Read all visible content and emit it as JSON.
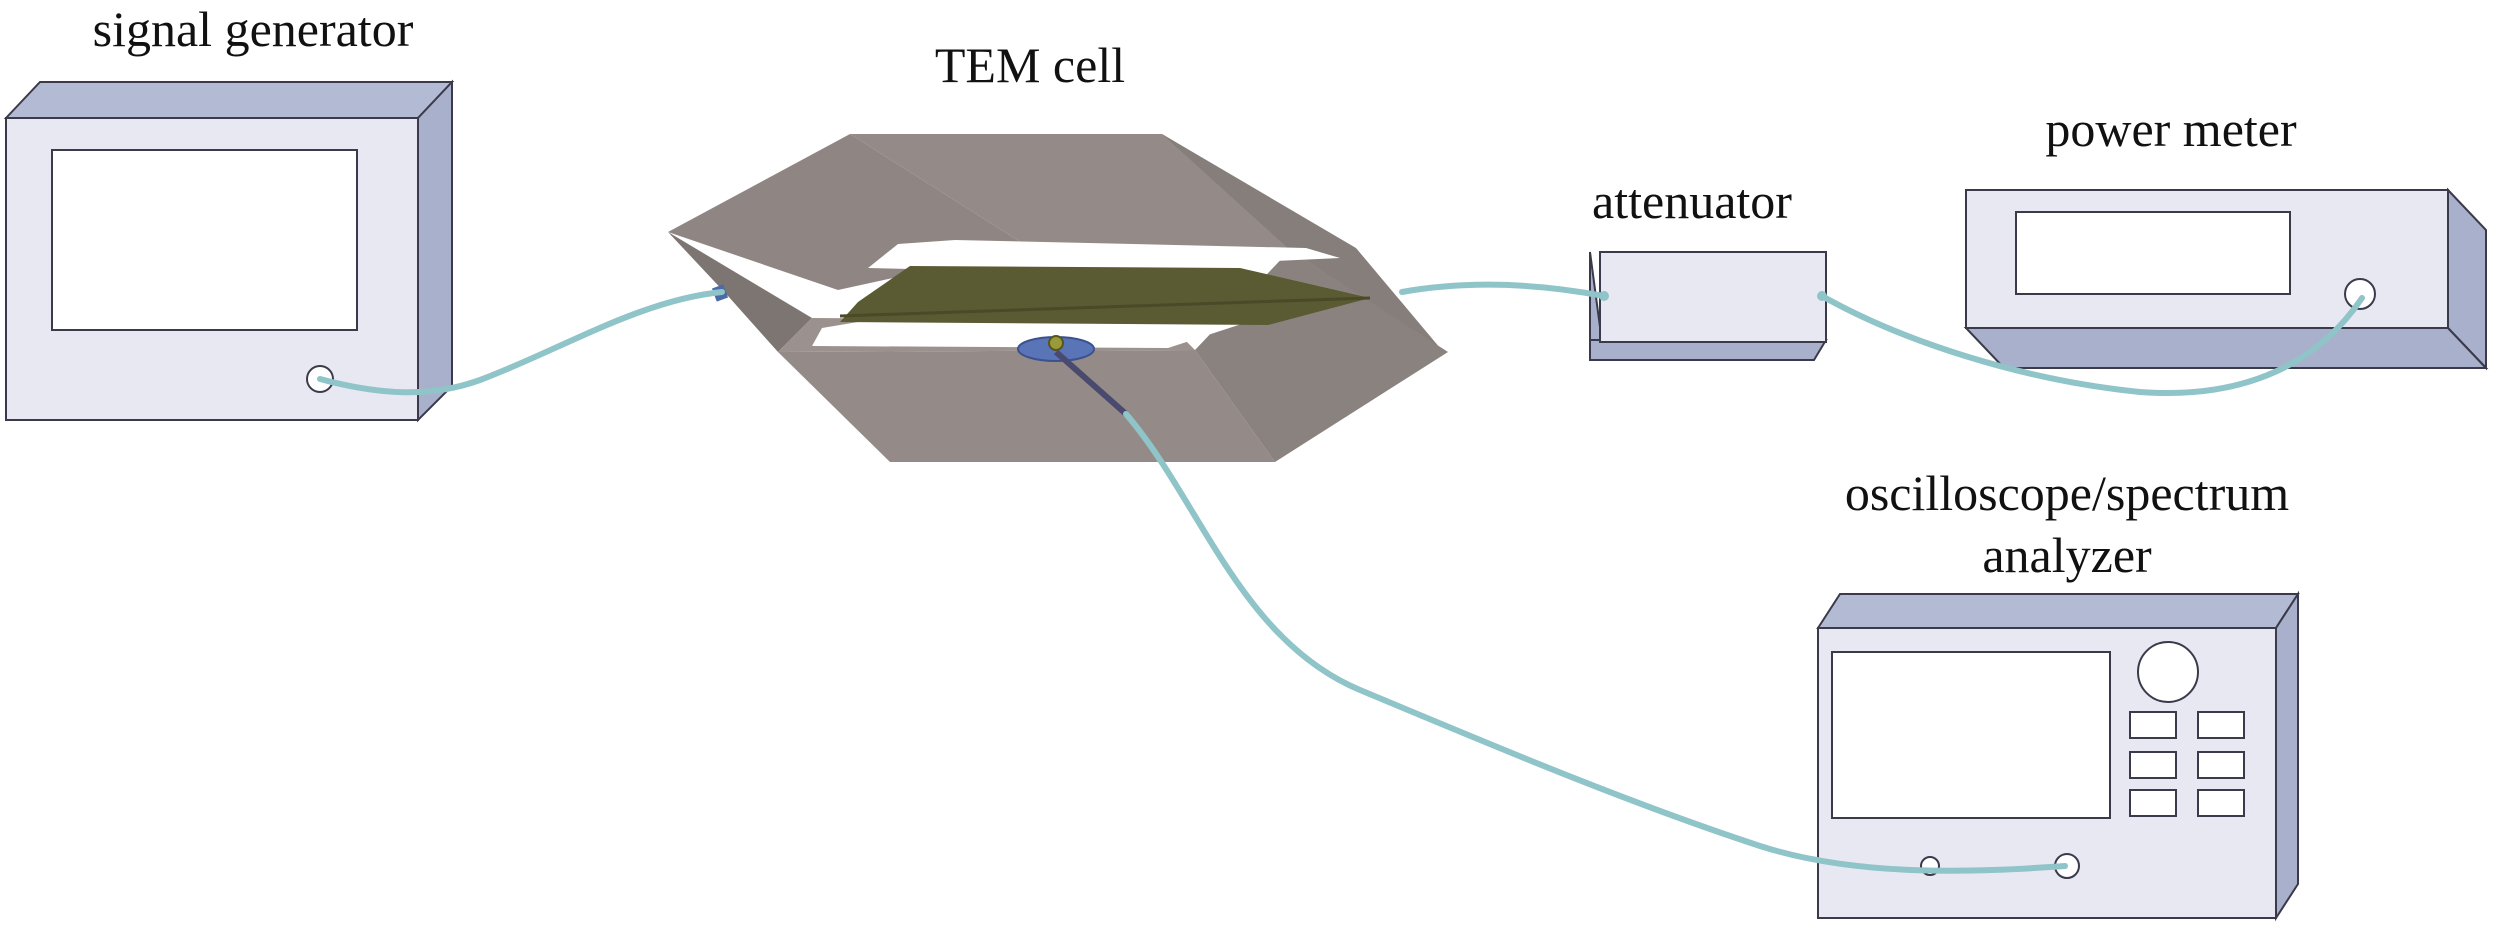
{
  "labels": {
    "signal_generator": "signal generator",
    "tem_cell": "TEM cell",
    "attenuator": "attenuator",
    "power_meter": "power meter",
    "oscilloscope_line1": "oscilloscope/spectrum",
    "oscilloscope_line2": "analyzer"
  },
  "colors": {
    "device_face": "#e8e8f2",
    "device_side": "#a8b0cc",
    "device_edge": "#3a3a4a",
    "cable": "#8fc4c8",
    "tem_shell": "#8f8683",
    "tem_shell_dark": "#7d7572",
    "septum": "#5a5a33",
    "port": "#5a74b8"
  }
}
